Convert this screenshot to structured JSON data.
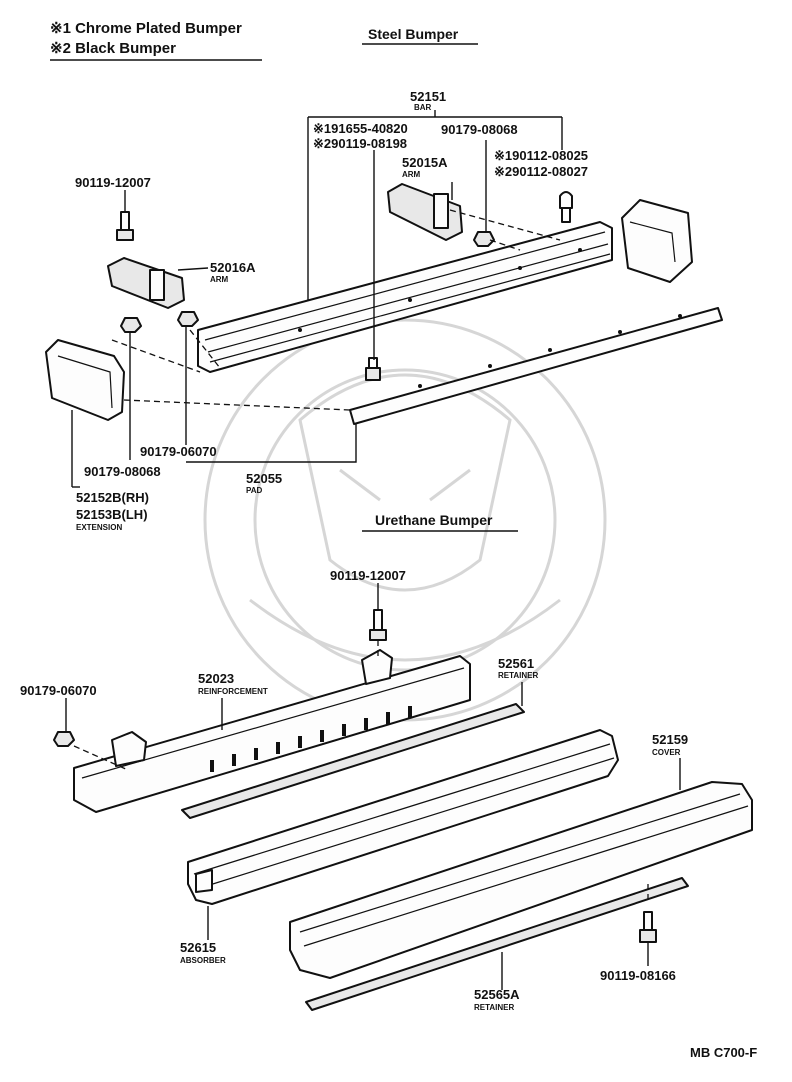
{
  "legend": {
    "item1": "※1 Chrome Plated Bumper",
    "item2": "※2 Black Bumper"
  },
  "sections": {
    "steel": "Steel Bumper",
    "urethane": "Urethane Bumper"
  },
  "steel_parts": {
    "bar": {
      "number": "52151",
      "name": "BAR"
    },
    "ref1": "※191655-40820",
    "ref2": "※290119-08198",
    "ref3": "90179-08068",
    "ref4": "※190112-08025",
    "ref5": "※290112-08027",
    "arm_a": {
      "number": "52015A",
      "name": "ARM"
    },
    "bolt_top": "90119-12007",
    "arm_b": {
      "number": "52016A",
      "name": "ARM"
    },
    "nut1": "90179-06070",
    "nut2": "90179-08068",
    "pad": {
      "number": "52055",
      "name": "PAD"
    },
    "ext_rh": "52152B(RH)",
    "ext_lh": "52153B(LH)",
    "ext_name": "EXTENSION"
  },
  "urethane_parts": {
    "bolt_top": "90119-12007",
    "reinforcement": {
      "number": "52023",
      "name": "REINFORCEMENT"
    },
    "retainer_top": {
      "number": "52561",
      "name": "RETAINER"
    },
    "nut": "90179-06070",
    "cover": {
      "number": "52159",
      "name": "COVER"
    },
    "absorber": {
      "number": "52615",
      "name": "ABSORBER"
    },
    "bolt_bottom": "90119-08166",
    "retainer_bottom": {
      "number": "52565A",
      "name": "RETAINER"
    }
  },
  "footer_code": "MB C700-F"
}
